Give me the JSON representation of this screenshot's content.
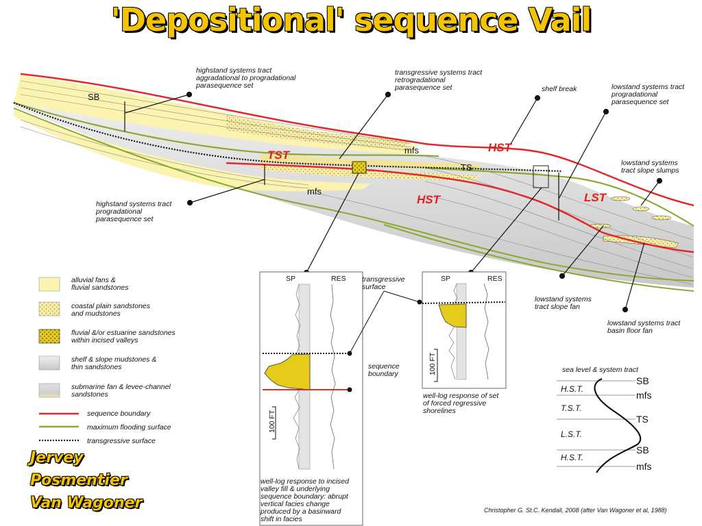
{
  "title": "'Depositional' sequence Vail",
  "labels": {
    "sb": "SB",
    "mfs_1": "mfs",
    "mfs_2": "mfs",
    "ts": "TS",
    "tst": "TST",
    "hst_upper": "HST",
    "hst_lower": "HST",
    "lst": "LST",
    "shelf_break": "shelf break"
  },
  "callouts": {
    "hst_upper": [
      "highstand systems tract",
      "aggradational to progradational",
      "parasequence set"
    ],
    "tst": [
      "transgressive systems tract",
      "retrogradational",
      "parasequence set"
    ],
    "lst_top": [
      "lowstand systems tract",
      "progradational",
      "parasequence set"
    ],
    "hst_lower": [
      "highstand systems tract",
      "progradational",
      "parasequence set"
    ],
    "slope_slumps": [
      "lowstand systems",
      "tract slope slumps"
    ],
    "slope_fan": [
      "lowstand systems",
      "tract slope fan"
    ],
    "basin_floor_fan": [
      "lowstand systems tract",
      "basin floor fan"
    ]
  },
  "legend": [
    {
      "lines": [
        "alluvial fans &",
        "fluvial sandstones"
      ],
      "swatch": "alluvial",
      "color": "#fbf3b0"
    },
    {
      "lines": [
        "coastal plain sandstones",
        "and mudstones"
      ],
      "swatch": "coastal",
      "color": "#f6eaa0"
    },
    {
      "lines": [
        "fluvial &/or estuarine sandstones",
        "within incised valleys"
      ],
      "swatch": "fluvial",
      "color": "#e6cc1a"
    },
    {
      "lines": [
        "shelf & slope mudstones &",
        "thin sandstones"
      ],
      "swatch": "shelf",
      "color": "#d8d8d8"
    },
    {
      "lines": [
        "submarine fan & levee-channel",
        "sandstones"
      ],
      "swatch": "fan",
      "color": "#d0d0d0"
    },
    {
      "lines": [
        "sequence boundary"
      ],
      "swatch": "line-red",
      "color": "#e02a2a"
    },
    {
      "lines": [
        "maximum flooding surface"
      ],
      "swatch": "line-green",
      "color": "#8aa832"
    },
    {
      "lines": [
        "transgressive surface"
      ],
      "swatch": "line-dotted",
      "color": "#111111"
    }
  ],
  "log_left": {
    "sp": "SP",
    "res": "RES",
    "scale": "100 FT",
    "surface_ts": [
      "transgressive",
      "surface"
    ],
    "surface_sb": [
      "sequence",
      "boundary"
    ],
    "caption": [
      "well-log response to incised",
      "valley fill & underlying",
      "sequence boundary: abrupt",
      "vertical facies change",
      "produced by a basinward",
      "shift in facies"
    ]
  },
  "log_right": {
    "sp": "SP",
    "res": "RES",
    "scale": "100 FT",
    "caption": [
      "well-log response of set",
      "of forced regressive",
      "shorelines"
    ]
  },
  "sea_level": {
    "title": "sea level & system tract",
    "tracts": [
      "H.S.T.",
      "T.S.T.",
      "L.S.T.",
      "H.S.T."
    ],
    "surfaces": [
      "SB",
      "mfs",
      "TS",
      "SB",
      "mfs"
    ]
  },
  "authors": [
    "Jervey",
    "Posmentier",
    "Van Wagoner"
  ],
  "credit": "Christopher G. St.C. Kendall, 2008 (after Van Wagoner et al, 1988)",
  "colors": {
    "title": "#f5c400",
    "sequence_boundary": "#e02a2a",
    "max_flooding": "#8aa832",
    "sand_yellow": "#fbf3b0",
    "valley_fill": "#e6cc1a",
    "mud_grey": "#d9d9d9"
  }
}
